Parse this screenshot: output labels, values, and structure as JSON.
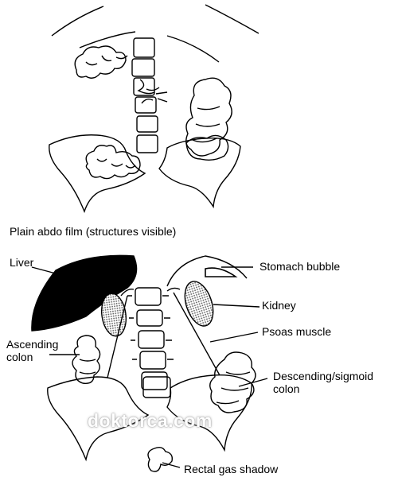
{
  "caption": "Plain abdo film (structures visible)",
  "labels": {
    "liver": "Liver",
    "stomach_bubble": "Stomach bubble",
    "kidney": "Kidney",
    "psoas_muscle": "Psoas muscle",
    "ascending_colon": "Ascending\ncolon",
    "descending_sigmoid_colon": "Descending/sigmoid\ncolon",
    "rectal_gas_shadow": "Rectal gas shadow"
  },
  "watermark": "doktorca.com",
  "colors": {
    "liver_fill": "#000000",
    "line": "#000000",
    "background": "#ffffff"
  }
}
